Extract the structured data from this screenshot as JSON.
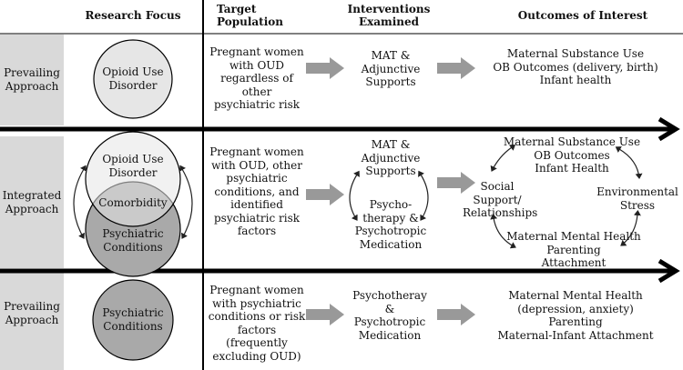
{
  "headers": {
    "research_focus": "Research Focus",
    "target_population": "Target\nPopulation",
    "interventions": "Interventions\nExamined",
    "outcomes": "Outcomes of Interest"
  },
  "rows": [
    {
      "label": "Prevailing\nApproach",
      "circle": "Opioid Use\nDisorder",
      "population": "Pregnant women\nwith OUD\nregardless of other\npsychiatric risk",
      "interventions": "MAT &\nAdjunctive\nSupports",
      "outcomes": "Maternal Substance Use\nOB Outcomes (delivery, birth)\nInfant health"
    },
    {
      "label": "Integrated\nApproach",
      "circle_top": "Opioid Use\nDisorder",
      "circle_mid": "Comorbidity",
      "circle_bottom": "Psychiatric\nConditions",
      "population": "Pregnant women\nwith OUD, other\npsychiatric\nconditions, and\nidentified\npsychiatric risk\nfactors",
      "interventions_top": "MAT &\nAdjunctive\nSupports",
      "interventions_bottom": "Psycho-\ntherapy &\nPsychotropic\nMedication",
      "outcome_top": "Maternal Substance Use\nOB Outcomes\nInfant Health",
      "outcome_left": "Social\nSupport/\nRelationships",
      "outcome_right": "Environmental\nStress",
      "outcome_bottom": "Maternal Mental Health\nParenting\nAttachment"
    },
    {
      "label": "Prevailing\nApproach",
      "circle": "Psychiatric\nConditions",
      "population": "Pregnant women\nwith psychiatric\nconditions or risk\nfactors (frequently\nexcluding OUD)",
      "interventions": "Psychotheray\n&\nPsychotropic\nMedication",
      "outcomes": "Maternal Mental Health\n(depression, anxiety)\nParenting\nMaternal-Infant Attachment"
    }
  ],
  "colors": {
    "band_gray": "#d9d9d9",
    "circle_light": "#e6e6e6",
    "circle_dark": "#a9a9a9",
    "arrow_gray": "#999999"
  }
}
